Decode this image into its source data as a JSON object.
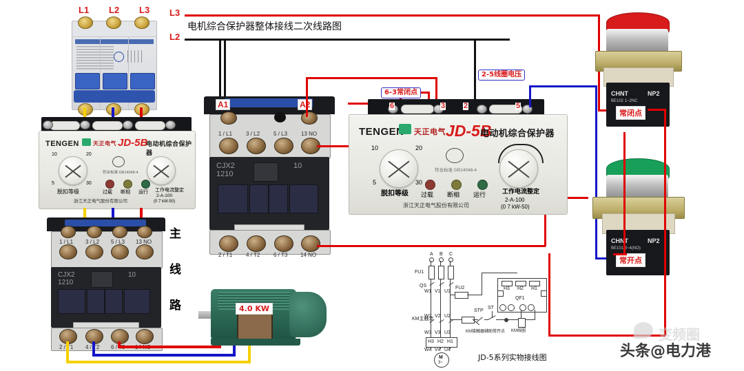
{
  "title": "电机综合保护器整体接线二次线路图",
  "phase_labels": {
    "l1": "L1",
    "l2": "L2",
    "l3": "L3"
  },
  "breaker": {
    "name": "3P Miniature Circuit Breaker",
    "terminals": [
      "L1",
      "L2",
      "L3"
    ]
  },
  "protector_left": {
    "brand": "TENGEN",
    "brand_cn": "天正电气",
    "model": "JD-5B",
    "product_cn": "电动机综合保护器",
    "dial_left_label": "脱扣等级",
    "dial_left_ticks": [
      "10",
      "20",
      "5",
      "30"
    ],
    "dial_right_label": "工作电流整定",
    "dial_right_range": "2-A-100",
    "dial_right_sub": "(0 7 kW-50)",
    "standard": "符合标准 GB14048-4",
    "cert": "CCC",
    "leds": [
      {
        "name": "过载",
        "color": "#8c3b33"
      },
      {
        "name": "断相",
        "color": "#7d7a3a"
      },
      {
        "name": "运行",
        "color": "#2f6b45"
      }
    ],
    "company": "浙江天正电气股份有限公司"
  },
  "protector_right": {
    "brand": "TENGEN",
    "brand_cn": "天正电气",
    "model": "JD-5B",
    "product_cn": "电动机综合保护器",
    "dial_left_label": "脱扣等级",
    "dial_left_ticks": [
      "10",
      "20",
      "5",
      "30"
    ],
    "dial_right_label": "工作电流整定",
    "dial_right_range": "2-A-100",
    "dial_right_sub": "(0 7 kW-50)",
    "standard": "符合标准 GB14048-4",
    "cert": "CCC",
    "leds": [
      {
        "name": "过载",
        "color": "#8c3b33"
      },
      {
        "name": "断相",
        "color": "#7d7a3a"
      },
      {
        "name": "运行",
        "color": "#2f6b45"
      }
    ],
    "company": "浙江天正电气股份有限公司",
    "terminals": [
      "6",
      "3",
      "2",
      "5"
    ]
  },
  "callouts": {
    "nc_contact": "6-3常闭点",
    "coil_voltage": "2-5线圈电压"
  },
  "contactor_top": {
    "model": "CJX2",
    "model2": "1210",
    "aux": "10",
    "coil_terminals": [
      "A1",
      "A2"
    ],
    "top_terminals": [
      "1 / L1",
      "3 / L2",
      "5 / L3",
      "13 NO"
    ],
    "bottom_terminals": [
      "2 / T1",
      "4 / T2",
      "6 / T3",
      "14 NO"
    ]
  },
  "contactor_bottom": {
    "model": "CJX2",
    "model2": "1210",
    "aux": "10",
    "top_terminals": [
      "1 / L1",
      "3 / L2",
      "5 / L3",
      "13 NO"
    ],
    "bottom_terminals": [
      "2 / T1",
      "4 / T2",
      "6 / T3",
      "14 NO"
    ],
    "side_label": [
      "主",
      "线",
      "路"
    ]
  },
  "motor": {
    "power": "4.0 KW"
  },
  "buttons": {
    "stop": {
      "brand": "CHNT",
      "model": "NP2",
      "code": "BE102 1~2NC",
      "tag": "常闭点",
      "color": "#d81b1b"
    },
    "start": {
      "brand": "CHNT",
      "model": "NP2",
      "code": "BE101 3~4(NO)",
      "tag": "常开点",
      "color": "#18a05a"
    }
  },
  "schematic": {
    "caption": "JD-5系列实物接线图",
    "supply": [
      "A",
      "B",
      "C"
    ],
    "fuse1": "FU1",
    "switch": "QS",
    "fuse2": "FU2",
    "line1": [
      "W1",
      "V1",
      "U1"
    ],
    "line2": [
      "W2",
      "V2",
      "U2"
    ],
    "line3": [
      "W3",
      "V3",
      "U3"
    ],
    "line4": [
      "W4",
      "V4",
      "U4"
    ],
    "km_main": "KM主触点",
    "stop_btn": "STP",
    "start_btn": "ST",
    "aux_note": "KM接触器辅助常开点",
    "coil_note": "KM线圈",
    "ct_labels": [
      "H3",
      "H2",
      "H1"
    ],
    "breaker_label": "QF1",
    "motor_label": "M",
    "motor_sub": "3~"
  },
  "watermark": {
    "main": "头条@电力港",
    "sub": "变频圈"
  },
  "colors": {
    "red_wire": "#e00000",
    "black_wire": "#111111",
    "blue_wire": "#1515c8",
    "yellow_wire": "#f5d000",
    "accent_red": "#d81b1b",
    "callout_border": "#3030c0"
  }
}
